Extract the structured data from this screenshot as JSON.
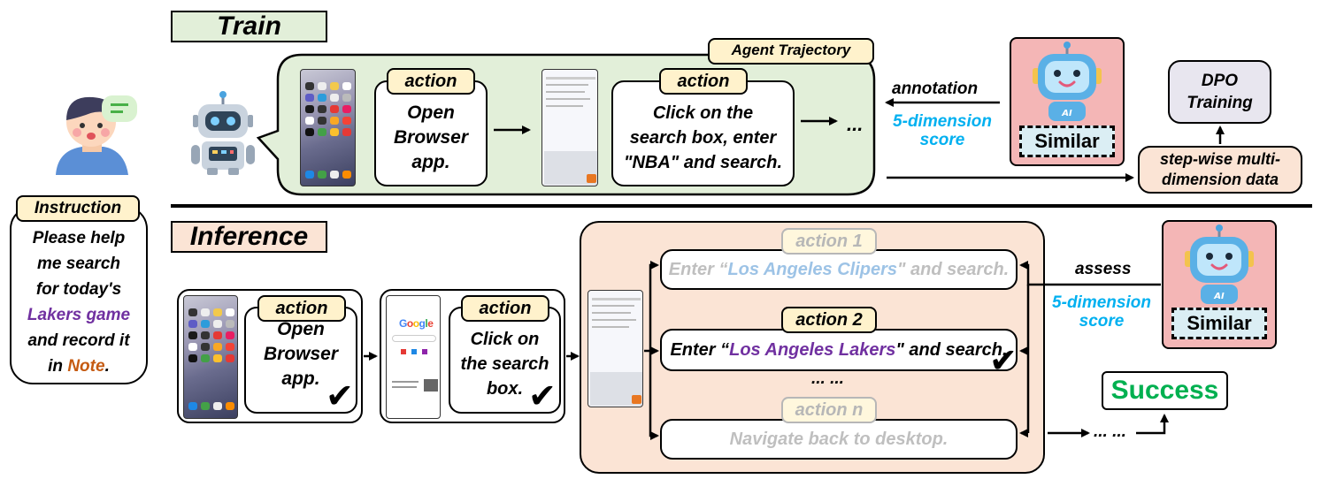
{
  "sections": {
    "train_label": "Train",
    "inference_label": "Inference"
  },
  "instruction": {
    "tag": "Instruction",
    "line1": "Please help",
    "line2": "me search",
    "line3": "for today's",
    "line4_hl": "Lakers game",
    "line5": "and record it",
    "line6_pre": "in ",
    "line6_hl": "Note",
    "line6_post": "."
  },
  "train": {
    "trajectory_tag": "Agent Trajectory",
    "action1": {
      "tag": "action",
      "line1": "Open",
      "line2": "Browser",
      "line3": "app."
    },
    "action2": {
      "tag": "action",
      "line1": "Click on the",
      "line2": "search box, enter",
      "line3": "\"NBA\" and search."
    },
    "ellipsis": "...",
    "annotation": "annotation",
    "score_line1": "5-dimension",
    "score_line2": "score",
    "similar": "Similar",
    "ai_badge": "AI",
    "dpo_line1": "DPO",
    "dpo_line2": "Training",
    "stepwise_line1": "step-wise multi-",
    "stepwise_line2": "dimension data"
  },
  "inference": {
    "step1": {
      "tag": "action",
      "line1": "Open",
      "line2": "Browser",
      "line3": "app."
    },
    "step2": {
      "tag": "action",
      "line1": "Click on",
      "line2": "the search",
      "line3": "box."
    },
    "candidates": [
      {
        "tag": "action 1",
        "pre": "Enter “",
        "hl": "Los Angeles Clipers",
        "post": "\" and search."
      },
      {
        "tag": "action 2",
        "pre": "Enter “",
        "hl": "Los Angeles Lakers",
        "post": "\" and search."
      },
      {
        "tag": "action n",
        "text": "Navigate back to desktop."
      }
    ],
    "mid_ellipsis": "... ...",
    "assess": "assess",
    "score_line1": "5-dimension",
    "score_line2": "score",
    "similar": "Similar",
    "ai_badge": "AI",
    "success": "Success",
    "bottom_ellipsis": "... ...",
    "check": "✔"
  },
  "colors": {
    "train_bg": "#e2efd9",
    "inference_bg": "#fbe4d5",
    "tag_bg": "#fff2cc",
    "score_blue": "#00b0f0",
    "success_green": "#00b050",
    "robot_panel": "#f4b6b6",
    "similar_bg": "#dbeef4",
    "dpo_bg": "#e8e6ef",
    "lakers_purple": "#7030a0",
    "note_orange": "#c55a11"
  }
}
